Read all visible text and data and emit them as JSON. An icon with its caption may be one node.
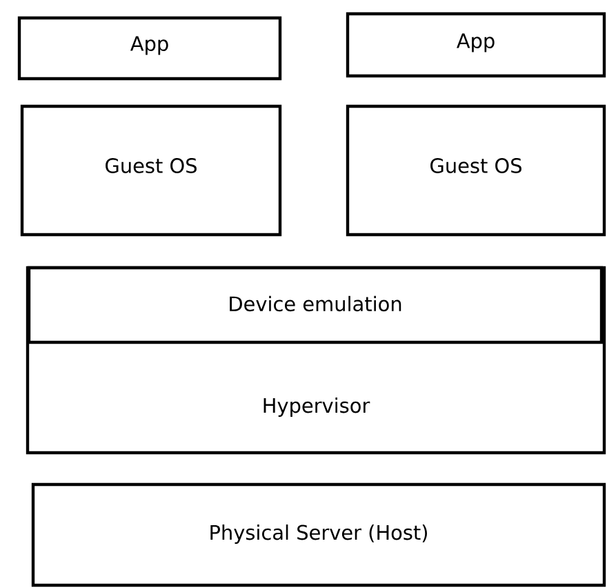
{
  "diagram": {
    "nodes": [
      {
        "text": [
          "App"
        ]
      },
      {
        "text": [
          "App"
        ]
      },
      {
        "text": [
          "Guest OS"
        ]
      },
      {
        "text": [
          "Guest OS"
        ]
      },
      {
        "text": [
          "Hypervisor"
        ]
      },
      {
        "text": [
          "Device emulation"
        ],
        "in": 4
      },
      {
        "text": [
          "Physical Server (Host)"
        ]
      }
    ]
  }
}
